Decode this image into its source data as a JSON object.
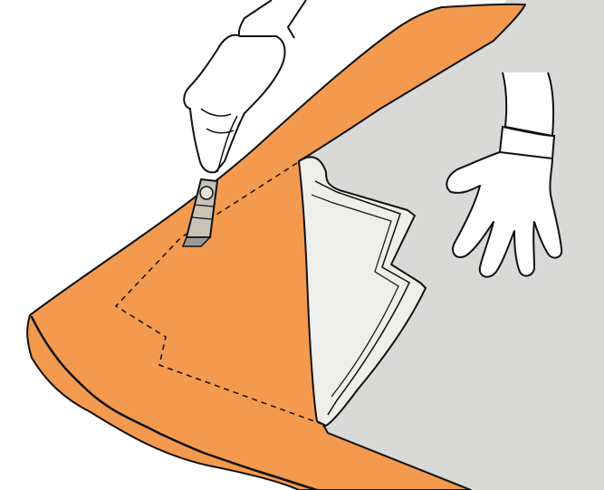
{
  "illustration": {
    "colors": {
      "background": "#ffffff",
      "floor": "#d9d9d7",
      "carpet": "#f39a4e",
      "carpet_underside": "#eeeeea",
      "glove": "#ffffff",
      "outline": "#111111",
      "knife_body": "#c9c3b4",
      "knife_blade": "#9a9a96"
    },
    "icons": {
      "cutting_hand": "gloved-hand-with-utility-knife",
      "free_hand": "open-gloved-hand",
      "cut_line": "dashed-cut-guide"
    }
  }
}
